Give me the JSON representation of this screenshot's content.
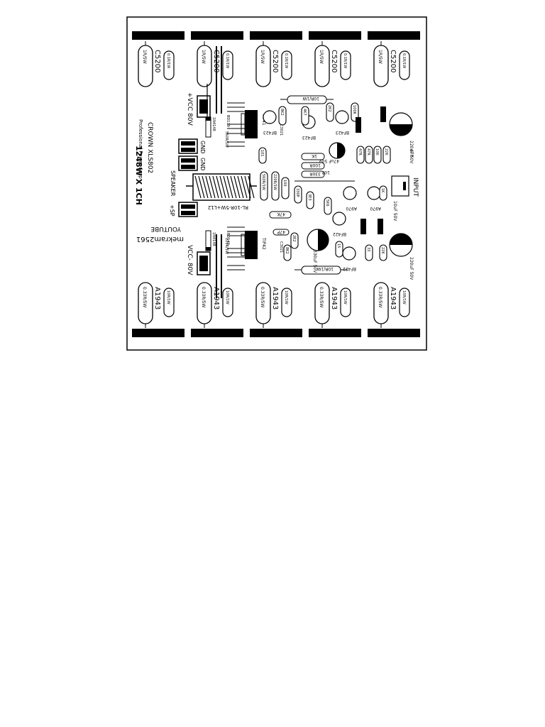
{
  "top_transistors": [
    {
      "part": "C5200",
      "res": "1R/5W",
      "bres": "0.1R/1W"
    },
    {
      "part": "C5200",
      "res": "1R/5W",
      "bres": "0.1R/1W"
    },
    {
      "part": "C5200",
      "res": "1R/5W",
      "bres": "0.1R/1W"
    },
    {
      "part": "C5200",
      "res": "1R/5W",
      "bres": "0.1R/1W"
    },
    {
      "part": "C5200",
      "res": "1R/5W",
      "bres": "0.1R/1W"
    }
  ],
  "bottom_transistors": [
    {
      "part": "A1943",
      "res": "0.33R/5W",
      "bres": "10R/1W"
    },
    {
      "part": "A1943",
      "res": "0.33R/5W",
      "bres": "10R/1W"
    },
    {
      "part": "A1943",
      "res": "0.33R/5W",
      "bres": "10R/1W"
    },
    {
      "part": "A1943",
      "res": "0.33R/5W",
      "bres": "10R/1W"
    },
    {
      "part": "A1943",
      "res": "0.33R/5W",
      "bres": "10R/1W"
    }
  ],
  "labels": {
    "crown": "CROWN XLS802",
    "subtitle": "Professional Power Amp",
    "power": "1248W X 1CH",
    "vcc_pos": "+VCC 80V",
    "vcc_neg": "VCC- 80V",
    "gnd1": "GND",
    "gnd2": "GND",
    "speaker": "SPEAKER",
    "sp": "+SP",
    "coil": "RL-10R-5W+L12",
    "youtube": "YOUTUBE",
    "channel": "mekram2561",
    "input": "INPUT",
    "tip_top": "TIP41",
    "tip_bottom": "TIP42",
    "zener_top": "1N4148",
    "zener_bottom": "1N4148",
    "bd_top": "BD139",
    "bd_bottom": "BD140",
    "drv_top": "C3021",
    "drv_bottom": "C3021"
  },
  "components": {
    "r10_1w_top": "10R/1W",
    "r10_1w_bottom": "10R/1W",
    "r1k": "1K",
    "r100r": "100R",
    "r330r": "330R",
    "c10p": "10P",
    "r47k": "47K",
    "c47p": "47P",
    "c47p_b": "47P",
    "c220u_top": "220uF 50V",
    "c220u_bottom": "220uF 50V",
    "c330u": "330uF 50V",
    "c47u": "47uF 50V",
    "c10u": "10uF 50V",
    "bf423_a": "BF423",
    "bf423_b": "BF423",
    "bf423_c": "BF423",
    "bf422_a": "BF422",
    "bf422_b": "BF422",
    "a970_a": "A970",
    "a970_b": "A970",
    "r2k2": "2K2",
    "r5k6": "5K6",
    "r8k2": "8K2",
    "r100": "100",
    "c101": "101",
    "r560r": "560R/1W",
    "r220r": "220R/1W",
    "c330p": "330P",
    "c47p_c": "47P",
    "r4k7": "4K7",
    "r22k": "22K",
    "r68k": "68K",
    "r10k": "10K",
    "r1k_b": "1K",
    "r100k": "100K",
    "r33": "33",
    "r15": "15",
    "r47r": "47R",
    "r10r": "10R",
    "c3": "3E3"
  }
}
